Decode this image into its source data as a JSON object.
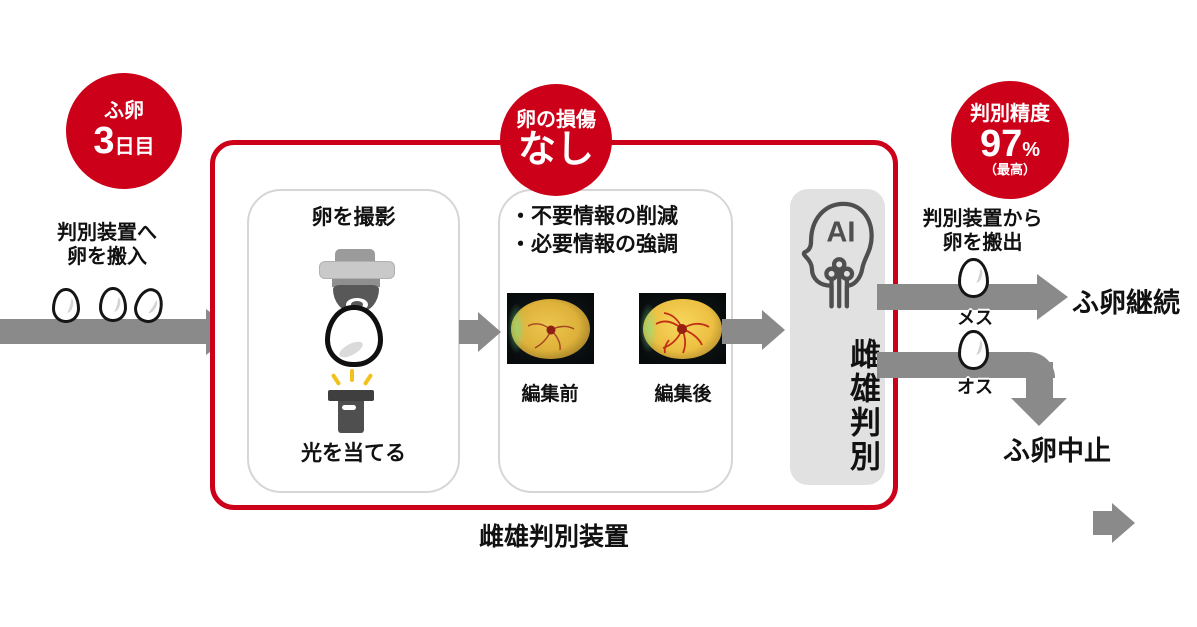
{
  "colors": {
    "accent_red": "#cc0018",
    "arrow_gray": "#8a8a8a",
    "panel_gray": "#e1e1e1",
    "ray_yellow": "#f1c21b"
  },
  "badges": {
    "incubation": {
      "top": "ふ卵",
      "day_number": "3",
      "day_suffix": "日目"
    },
    "damage": {
      "top": "卵の損傷",
      "main": "なし"
    },
    "accuracy": {
      "top": "判別精度",
      "value": "97",
      "unit": "%",
      "note": "（最高）"
    }
  },
  "inflow": {
    "label_line1": "判別装置へ",
    "label_line2": "卵を搬入"
  },
  "capture": {
    "title": "卵を撮影",
    "caption": "光を当てる"
  },
  "edit": {
    "bullet1": "・不要情報の削減",
    "bullet2": "・必要情報の強調",
    "before": "編集前",
    "after": "編集後"
  },
  "ai": {
    "chip": "AI",
    "label": "雌雄判別"
  },
  "outflow": {
    "label_line1": "判別装置から",
    "label_line2": "卵を搬出",
    "female": "メス",
    "male": "オス",
    "continue_label": "ふ卵継続",
    "stop_label": "ふ卵中止"
  },
  "device": {
    "label": "雌雄判別装置"
  }
}
